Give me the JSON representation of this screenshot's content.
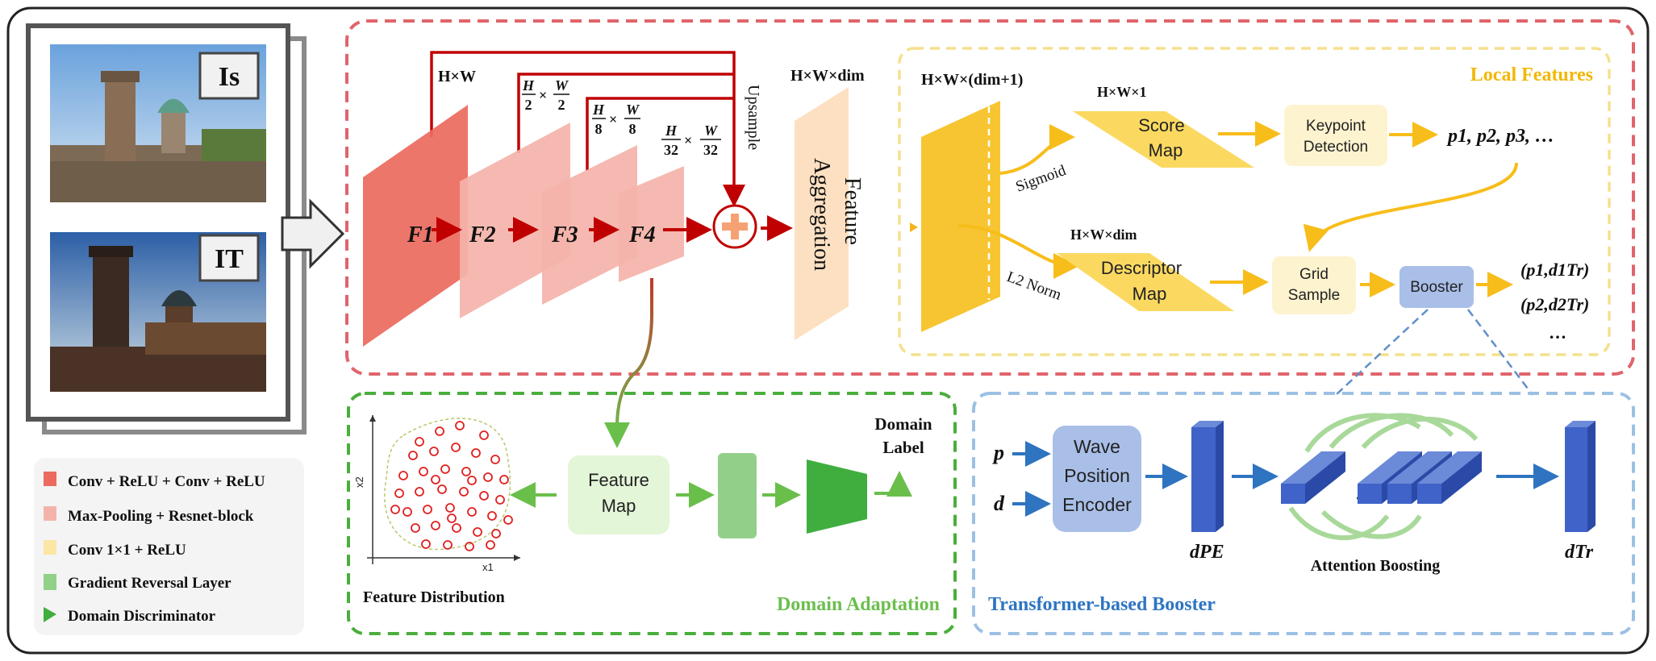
{
  "images": {
    "source_label": "Is",
    "target_label": "IT"
  },
  "backbone": {
    "top_dims": "H×W",
    "f2_dims": {
      "num_h": "H",
      "den_h": "2",
      "num_w": "W",
      "den_w": "2"
    },
    "f3_dims": {
      "num_h": "H",
      "den_h": "8",
      "num_w": "W",
      "den_w": "8"
    },
    "f4_dims": {
      "num_h": "H",
      "den_h": "32",
      "num_w": "W",
      "den_w": "32"
    },
    "upsample": "Upsample",
    "features": [
      "F1",
      "F2",
      "F3",
      "F4"
    ]
  },
  "aggregation": {
    "dims": "H×W×dim",
    "label_line1": "Feature",
    "label_line2": "Aggregation"
  },
  "local_features": {
    "title": "Local Features",
    "volume_dims": "H×W×(dim+1)",
    "score_dims": "H×W×1",
    "score_label_1": "Score",
    "score_label_2": "Map",
    "sigmoid": "Sigmoid",
    "keypoint_1": "Keypoint",
    "keypoint_2": "Detection",
    "keypoints_out": "p1, p2, p3, …",
    "desc_dims": "H×W×dim",
    "desc_label_1": "Descriptor",
    "desc_label_2": "Map",
    "l2norm": "L2 Norm",
    "grid_1": "Grid",
    "grid_2": "Sample",
    "booster": "Booster",
    "out_1": "(p1,d1Tr)",
    "out_2": "(p2,d2Tr)",
    "out_ellipsis": "…"
  },
  "legend": {
    "items": [
      {
        "label": "Conv + ReLU + Conv + ReLU",
        "color": "#ec6a5e"
      },
      {
        "label": "Max-Pooling + Resnet-block",
        "color": "#f4b3aa"
      },
      {
        "label": "Conv 1×1 + ReLU",
        "color": "#fbe6a4"
      },
      {
        "label": "Gradient  Reversal  Layer",
        "color": "#92d08a"
      },
      {
        "label": "Domain  Discriminator",
        "color": "#3fae3f"
      }
    ]
  },
  "domain_adaptation": {
    "title": "Domain Adaptation",
    "feature_map_1": "Feature",
    "feature_map_2": "Map",
    "domain_label_1": "Domain",
    "domain_label_2": "Label",
    "distribution": "Feature Distribution",
    "axis_x": "x1",
    "axis_y": "x2"
  },
  "booster_panel": {
    "title": "Transformer-based Booster",
    "input_p": "p",
    "input_d": "d",
    "encoder_1": "Wave",
    "encoder_2": "Position",
    "encoder_3": "Encoder",
    "dpe": "dPE",
    "attention": "Attention Boosting",
    "dtr": "dTr"
  },
  "colors": {
    "red_dash": "#e0646c",
    "yellow_dash": "#f6e08e",
    "green_dash": "#4aae3c",
    "blue_dash": "#9cc0e4",
    "dark_red": "#c00000",
    "local_title": "#f2b705",
    "green_title": "#6bbf4e",
    "blue_title": "#2e75c3",
    "block_blue": "#3f63c8"
  }
}
